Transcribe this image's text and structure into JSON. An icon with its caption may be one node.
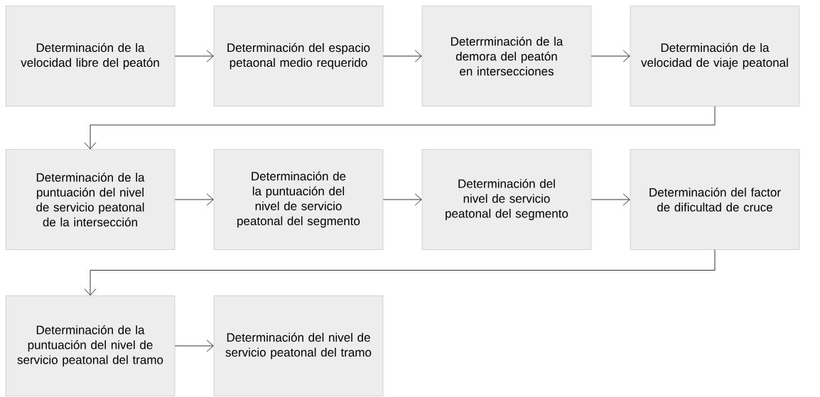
{
  "diagram": {
    "nodes": [
      {
        "text": [
          "Determinación de la velocidad libre del peatón"
        ]
      },
      {
        "text": [
          "Determinación del espacio petaonal medio requerido"
        ]
      },
      {
        "text": [
          "Deterrminación de la demora del peatón en intersecciones"
        ]
      },
      {
        "text": [
          "Determinación de la velocidad de viaje peatonal"
        ]
      },
      {
        "text": [
          "Determinación de la puntuación del nivel de servicio peatonal de la intersección"
        ]
      },
      {
        "text": [
          "Determinación de la puntuación del nivel de servicio peatonal del segmento"
        ]
      },
      {
        "text": [
          "Determinación del nivel de servicio peatonal del segmento"
        ]
      },
      {
        "text": [
          "Determinación del factor de dificultad de cruce"
        ]
      },
      {
        "text": [
          "Determinación de la puntuación del nivel de servicio peatonal del tramo"
        ]
      },
      {
        "text": [
          "Determinación del nivel de servicio peatonal del tramo"
        ]
      }
    ],
    "edges": [
      {
        "from": 0,
        "to": 1,
        "arrow": "to"
      },
      {
        "from": 1,
        "to": 2,
        "arrow": "to"
      },
      {
        "from": 2,
        "to": 3,
        "arrow": "to"
      },
      {
        "from": 3,
        "to": 4,
        "arrow": "to"
      },
      {
        "from": 4,
        "to": 5,
        "arrow": "to"
      },
      {
        "from": 5,
        "to": 6,
        "arrow": "to"
      },
      {
        "from": 6,
        "to": 7,
        "arrow": "to"
      },
      {
        "from": 7,
        "to": 8,
        "arrow": "to"
      },
      {
        "from": 8,
        "to": 9,
        "arrow": "to"
      }
    ]
  }
}
